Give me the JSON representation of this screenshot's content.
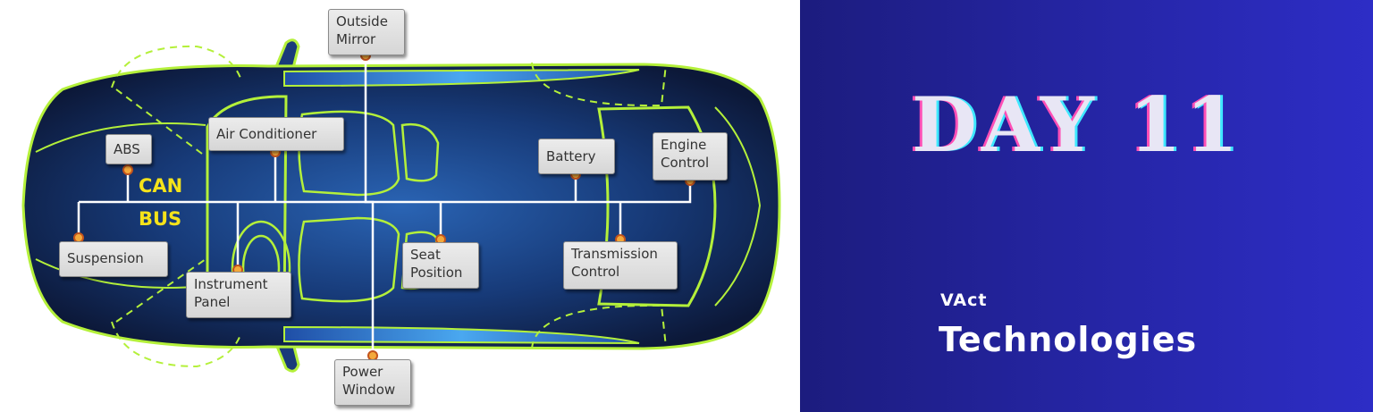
{
  "diagram": {
    "bus_label_line1": "CAN",
    "bus_label_line2": "BUS",
    "nodes": {
      "outside_mirror": "Outside\nMirror",
      "abs": "ABS",
      "air_conditioner": "Air Conditioner",
      "battery": "Battery",
      "engine_control": "Engine\nControl",
      "suspension": "Suspension",
      "instrument_panel": "Instrument\nPanel",
      "seat_position": "Seat\nPosition",
      "transmission_control": "Transmission\nControl",
      "power_window": "Power\nWindow"
    },
    "colors": {
      "car_outline": "#b4f03a",
      "car_body": "#10204a",
      "bus_line": "#ffffff",
      "connector": "#f3a93b",
      "bus_label": "#f5e31a"
    }
  },
  "banner": {
    "title": "DAY 11",
    "brand_small": "VAct",
    "brand_large": "Technologies",
    "colors": {
      "background": "#2424a0",
      "title": "#e8e6f5"
    }
  }
}
